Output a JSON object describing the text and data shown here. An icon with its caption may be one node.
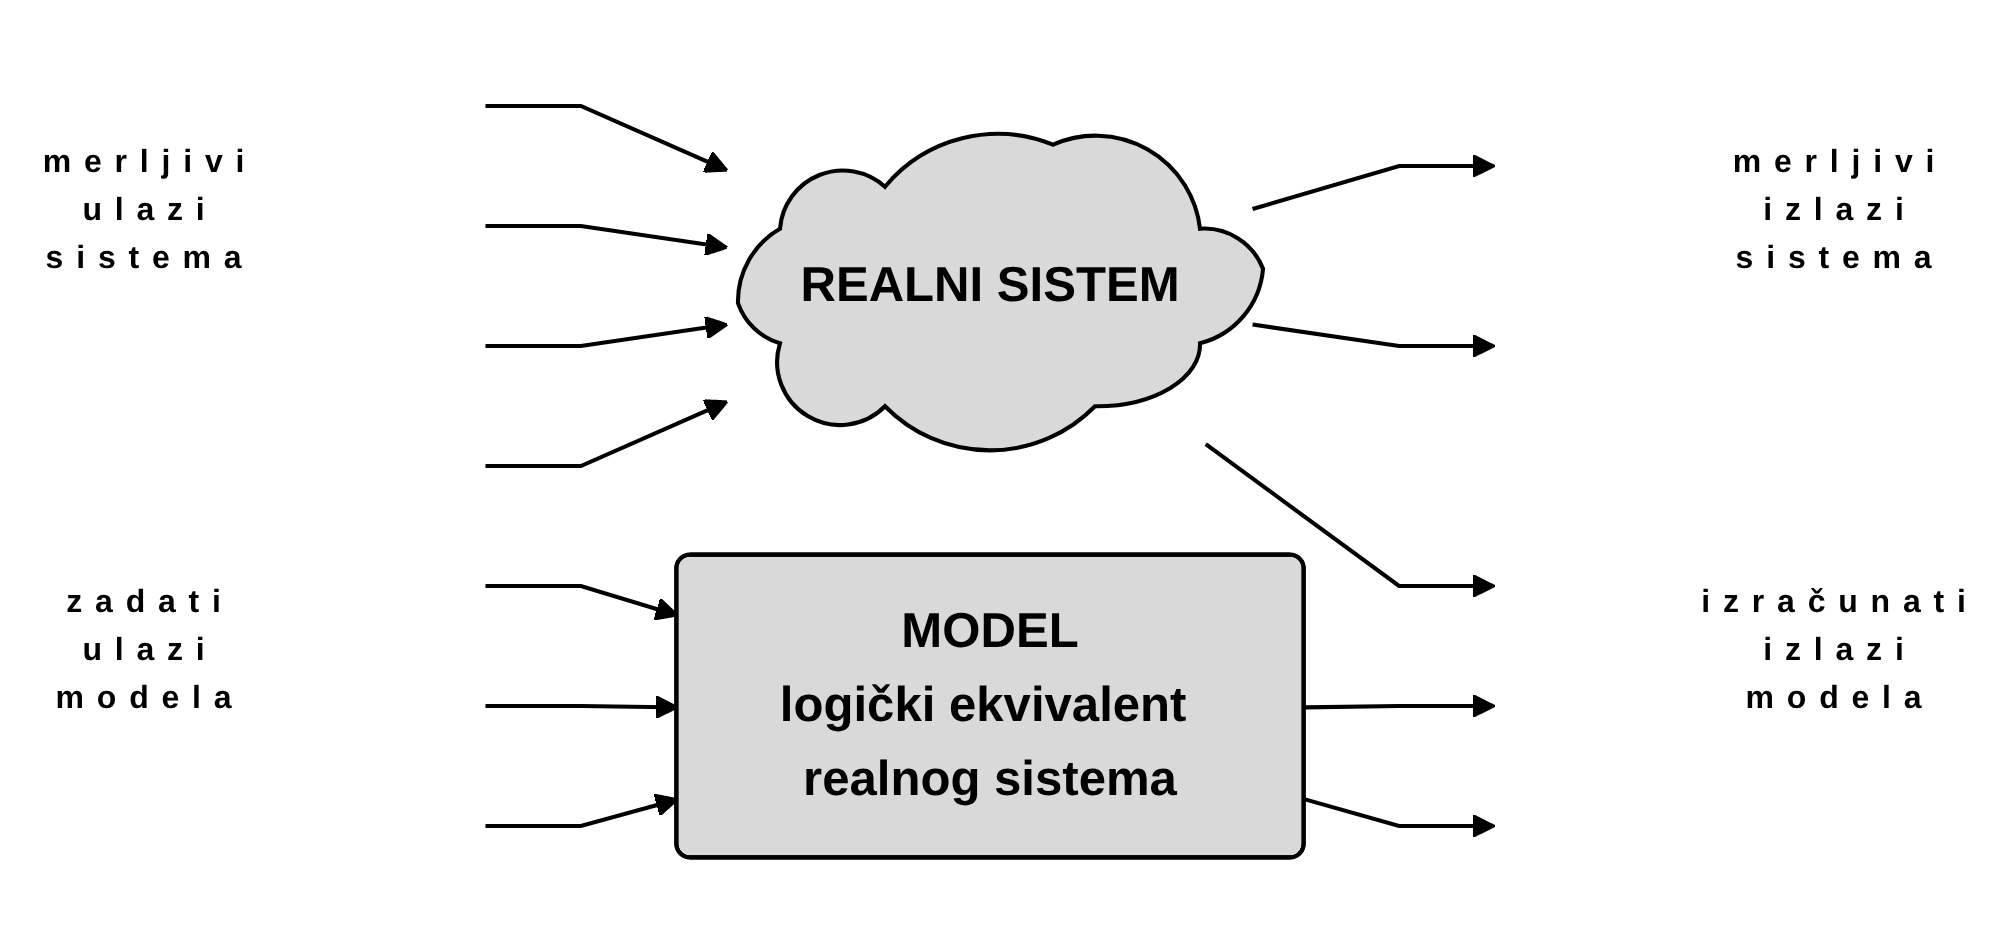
{
  "diagram": {
    "nodes": [
      {
        "text": [
          "REALNI SISTEM"
        ]
      },
      {
        "text": [
          "MODEL",
          "logički ekvivalent realnog sistema"
        ]
      }
    ],
    "edges": [
      {
        "from": null,
        "to": 0,
        "arrow": "to"
      },
      {
        "from": null,
        "to": 0,
        "arrow": "to"
      },
      {
        "from": null,
        "to": 0,
        "arrow": "to"
      },
      {
        "from": null,
        "to": 0,
        "arrow": "to"
      },
      {
        "from": 0,
        "to": null,
        "arrow": "to"
      },
      {
        "from": 0,
        "to": null,
        "arrow": "to"
      },
      {
        "from": 0,
        "to": null,
        "arrow": "to"
      },
      {
        "from": null,
        "to": 1,
        "arrow": "to"
      },
      {
        "from": null,
        "to": 1,
        "arrow": "to"
      },
      {
        "from": null,
        "to": 1,
        "arrow": "to"
      },
      {
        "from": 1,
        "to": null,
        "arrow": "to"
      },
      {
        "from": 1,
        "to": null,
        "arrow": "to"
      }
    ],
    "labels": [
      "merljivi ulazi sistema",
      "merljivi izlazi sistema",
      "zadati ulazi modela",
      "izračunati izlazi modela"
    ]
  }
}
